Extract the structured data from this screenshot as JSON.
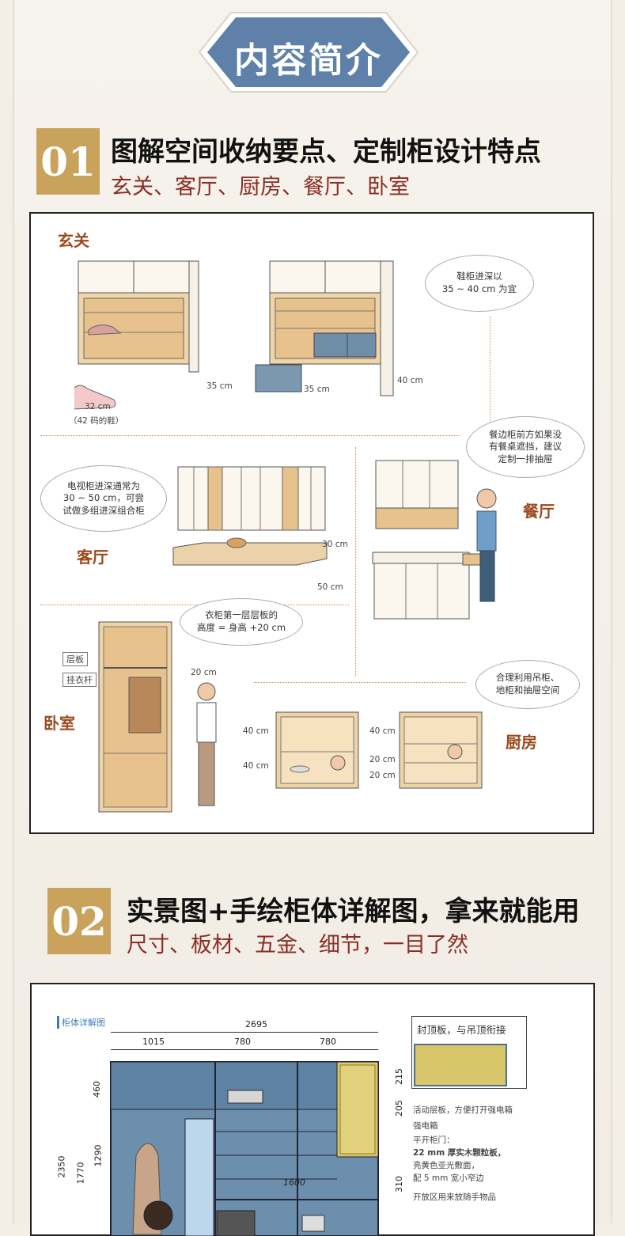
{
  "banner": {
    "title": "内容简介"
  },
  "section1": {
    "number": "01",
    "title": "图解空间收纳要点、定制柜设计特点",
    "subtitle": "玄关、客厅、厨房、餐厅、卧室",
    "rooms": {
      "entry": "玄关",
      "living": "客厅",
      "dining": "餐厅",
      "bedroom": "卧室",
      "kitchen": "厨房"
    },
    "bubbles": {
      "shoe_depth": "鞋柜进深以\n35 ~ 40 cm 为宜",
      "tv_cabinet": "电视柜进深通常为\n30 ~ 50 cm，可尝\n试做多组进深组合柜",
      "sideboard": "餐边柜前方如果没\n有餐桌遮挡，建议\n定制一排抽屉",
      "wardrobe": "衣柜第一层层板的\n高度 = 身高 +20 cm",
      "kitchen_tip": "合理利用吊柜、\n地柜和抽屉空间"
    },
    "dims": {
      "d35a": "35 cm",
      "d35b": "35 cm",
      "d40": "40 cm",
      "d32": "32 cm",
      "shoe_size": "（42 码的鞋）",
      "d30": "30 cm",
      "d50": "50 cm",
      "d20": "20 cm",
      "k40a": "40 cm",
      "k40b": "40 cm",
      "k40c": "40 cm",
      "k20a": "20 cm",
      "k20b": "20 cm"
    },
    "tags": {
      "shelf": "层板",
      "rod": "挂衣杆"
    }
  },
  "section2": {
    "number": "02",
    "title": "实景图+手绘柜体详解图，拿来就能用",
    "subtitle": "尺寸、板材、五金、细节，一目了然",
    "blueprint": {
      "label": "柜体详解图",
      "total_width": "2695",
      "w1": "1015",
      "w2": "780",
      "w3": "780",
      "h_total": "2350",
      "h1": "1770",
      "h2": "1290",
      "h3": "460",
      "r215": "215",
      "r205": "205",
      "r310": "310",
      "inner": "1600",
      "callout": "封顶板，与吊顶衔接",
      "notes": [
        "活动层板，方便打开强电箱",
        "强电箱",
        "平开柜门：",
        "22 mm 厚实木颗粒板，",
        "亮黄色亚光敷面，",
        "配 5 mm 宽小窄边",
        "开放区用来放随手物品"
      ]
    }
  }
}
